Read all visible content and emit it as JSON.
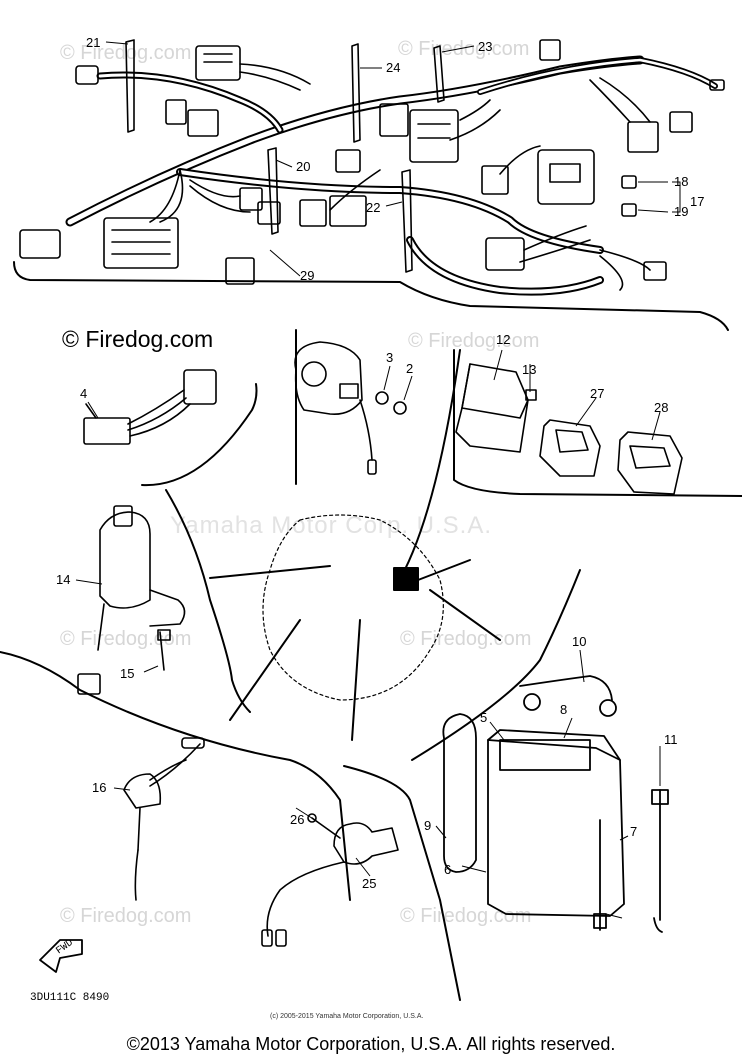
{
  "watermark_main": "© Firedog.com",
  "watermark_faint": "© Firedog.com",
  "watermark_company": "Yamaha Motor Corp. U.S.A.",
  "callouts": [
    "21",
    "23",
    "24",
    "20",
    "22",
    "29",
    "18",
    "19",
    "17",
    "4",
    "3",
    "2",
    "12",
    "13",
    "27",
    "28",
    "14",
    "15",
    "10",
    "5",
    "8",
    "11",
    "16",
    "26",
    "25",
    "9",
    "7",
    "6"
  ],
  "fwd_label": "FWD",
  "diagram_code": "3DU111C 8490",
  "fine_print": "(c) 2005-2015 Yamaha Motor Corporation, U.S.A.",
  "footer": "©2013 Yamaha Motor Corporation, U.S.A. All rights reserved.",
  "colors": {
    "line": "#000000",
    "watermark": "#d6d6d6",
    "background": "#ffffff"
  }
}
